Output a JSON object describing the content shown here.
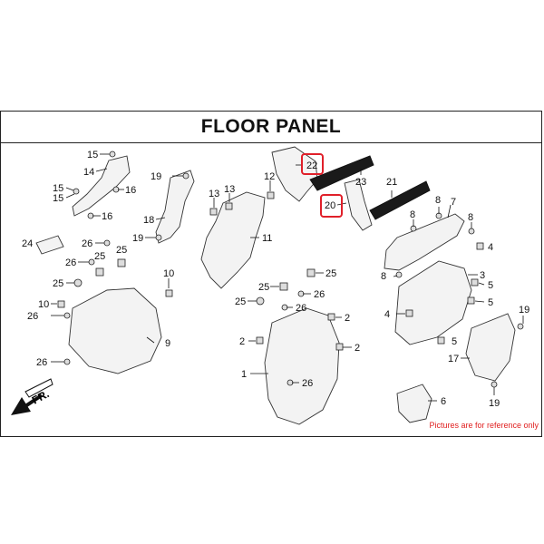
{
  "diagram": {
    "title": "FLOOR PANEL",
    "note": "Pictures are for reference only",
    "direction_label": "FR.",
    "highlight_color": "#e0202a",
    "callouts": {
      "c15a": "15",
      "c14": "14",
      "c15b": "15",
      "c16a": "16",
      "c16b": "16",
      "c24": "24",
      "c26a": "26",
      "c26b": "26",
      "c25a": "25",
      "c25b": "25",
      "c25c": "25",
      "c10a": "10",
      "c10b": "10",
      "c26c": "26",
      "c26d": "26",
      "c9": "9",
      "c19a": "19",
      "c18": "18",
      "c19b": "19",
      "c13a": "13",
      "c13b": "13",
      "c12": "12",
      "c11": "11",
      "c22": "22",
      "c20": "20",
      "c23": "23",
      "c21": "21",
      "c8a": "8",
      "c7": "7",
      "c8b": "8",
      "c8c": "8",
      "c4a": "4",
      "c8d": "8",
      "c3": "3",
      "c5a": "5",
      "c5b": "5",
      "c4b": "4",
      "c19c": "19",
      "c17": "17",
      "c19d": "19",
      "c6": "6",
      "c25d": "25",
      "c25e": "25",
      "c25f": "25",
      "c26e": "26",
      "c26f": "26",
      "c2a": "2",
      "c2b": "2",
      "c2c": "2",
      "c1": "1",
      "c26g": "26"
    }
  }
}
